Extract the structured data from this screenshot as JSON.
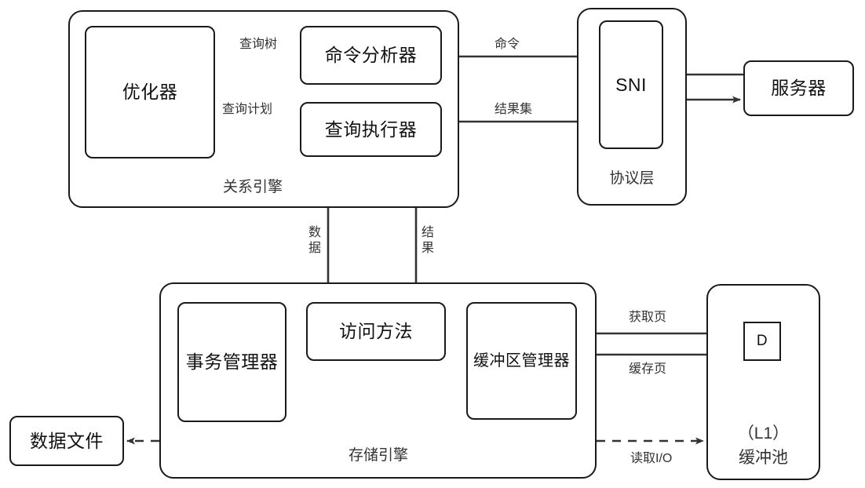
{
  "diagram": {
    "title": "SQL Server Architecture Flow (Chinese)",
    "stroke_color": "#1a1a1a",
    "text_color": "#333333"
  },
  "containers": {
    "relational_engine": "关系引擎",
    "protocol_layer": "协议层",
    "storage_engine": "存储引擎"
  },
  "nodes": {
    "optimizer": "优化器",
    "command_parser": "命令分析器",
    "query_executor": "查询执行器",
    "sni": "SNI",
    "server": "服务器",
    "transaction_manager": "事务管理器",
    "access_methods": "访问方法",
    "buffer_manager": "缓冲区管理器",
    "data_file": "数据文件",
    "page_d": "D",
    "buffer_pool_line1": "（L1）",
    "buffer_pool_line2": "缓冲池"
  },
  "edge_labels": {
    "query_tree": "查询树",
    "query_plan": "查询计划",
    "command": "命令",
    "result_set": "结果集",
    "data_vertical": "数据",
    "result_vertical": "结果",
    "fetch_page": "获取页",
    "cache_page": "缓存页",
    "read_io": "读取I/O"
  }
}
